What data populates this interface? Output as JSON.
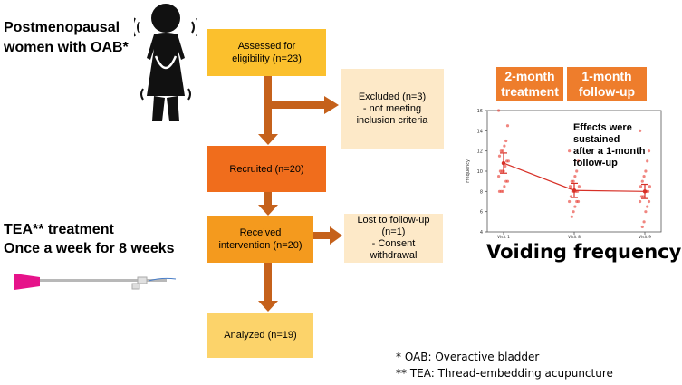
{
  "left": {
    "population": "Postmenopausal\nwomen with OAB*",
    "treatment_title": "TEA** treatment",
    "treatment_detail": "Once a week for 8 weeks"
  },
  "flow": {
    "assessed": "Assessed for\neligibility (n=23)",
    "excluded": "Excluded (n=3)\n- not meeting\ninclusion criteria",
    "recruited": "Recruited (n=20)",
    "received": "Received\nintervention (n=20)",
    "lost": "Lost to follow-up\n(n=1)\n- Consent\nwithdrawal",
    "analyzed": "Analyzed (n=19)"
  },
  "headers": {
    "treatment": "2-month\ntreatment",
    "followup": "1-month\nfollow-up"
  },
  "plot_annotation": "Effects were\nsustained\nafter a 1-month\nfollow-up",
  "outcome_label": "Voiding frequency↓",
  "footnotes": [
    "* OAB: Overactive bladder",
    "** TEA: Thread-embedding acupuncture"
  ],
  "colors": {
    "arrow": "#c5611b",
    "assessed": "#fbc02d",
    "recruited": "#f06d1c",
    "received": "#f49a1e",
    "analyzed": "#fcd36a",
    "side": "#fde9c8",
    "header": "#ee7d2c",
    "points": "#e8453c",
    "mean_line": "#d73027",
    "needle_tip": "#e6138a"
  },
  "chart_data": {
    "type": "scatter",
    "title": "",
    "xlabel": "",
    "ylabel": "Frequency",
    "categories": [
      "Visit 1",
      "Visit 8",
      "Visit 9"
    ],
    "ylim": [
      4,
      16
    ],
    "yticks": [
      4,
      6,
      8,
      10,
      12,
      14,
      16
    ],
    "means": [
      10.8,
      8.1,
      8.0
    ],
    "errors": [
      1.0,
      0.7,
      0.7
    ],
    "points": [
      [
        16,
        14.5,
        13,
        12.5,
        12,
        12,
        11.5,
        11,
        11,
        10.5,
        10,
        10,
        10,
        9.5,
        9,
        9,
        8.5,
        8,
        8,
        8
      ],
      [
        12,
        11,
        10,
        9.5,
        9,
        9,
        8.5,
        8.5,
        8,
        8,
        8,
        8,
        7.5,
        7,
        7,
        7,
        6.5,
        6,
        5.5
      ],
      [
        14,
        12,
        11,
        10,
        9.5,
        9,
        8.5,
        8.5,
        8,
        8,
        8,
        7.5,
        7.5,
        7,
        7,
        6.5,
        6,
        5,
        4.5
      ]
    ],
    "grid": false
  }
}
